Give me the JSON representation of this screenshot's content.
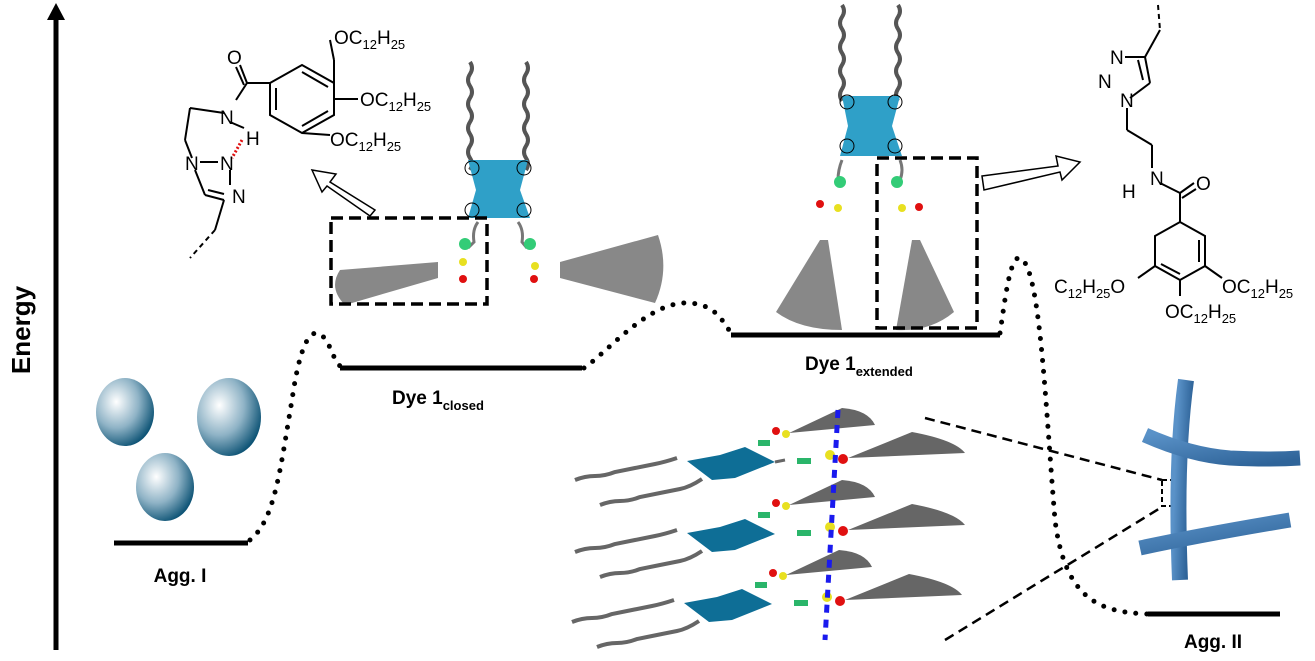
{
  "axis": {
    "label": "Energy"
  },
  "states": [
    {
      "id": "agg1",
      "label": "Agg. I",
      "sub": ""
    },
    {
      "id": "dye_closed",
      "label": "Dye 1",
      "sub": "closed"
    },
    {
      "id": "dye_extended",
      "label": "Dye 1",
      "sub": "extended"
    },
    {
      "id": "agg2",
      "label": "Agg. II",
      "sub": ""
    }
  ],
  "structure_left": {
    "atoms": {
      "O": "O",
      "N1": "N",
      "H": "H",
      "N2": "N",
      "N3": "N",
      "N4": "N"
    },
    "substituents": [
      {
        "main": "OC",
        "s1": "12",
        "mid": "H",
        "s2": "25"
      },
      {
        "main": "OC",
        "s1": "12",
        "mid": "H",
        "s2": "25"
      },
      {
        "main": "OC",
        "s1": "12",
        "mid": "H",
        "s2": "25"
      }
    ]
  },
  "structure_right": {
    "atoms": {
      "O": "O",
      "N1": "N",
      "H": "H",
      "N2": "N",
      "N3": "N",
      "N4": "N"
    },
    "substituents": [
      {
        "main": "C",
        "s1": "12",
        "mid": "H",
        "s2": "25",
        "tail": "O"
      },
      {
        "main": "OC",
        "s1": "12",
        "mid": "H",
        "s2": "25"
      },
      {
        "main": "OC",
        "s1": "12",
        "mid": "H",
        "s2": "25"
      }
    ]
  },
  "colors": {
    "core": "#2fa0c8",
    "stack_core": "#0e6e96",
    "triazole": "#33cc77",
    "nitrogen_h": "#e8e020",
    "oxygen": "#e01010",
    "wedge": "#888888",
    "fiber": "#3f79b0",
    "hbond_axis": "#1a1aee"
  }
}
